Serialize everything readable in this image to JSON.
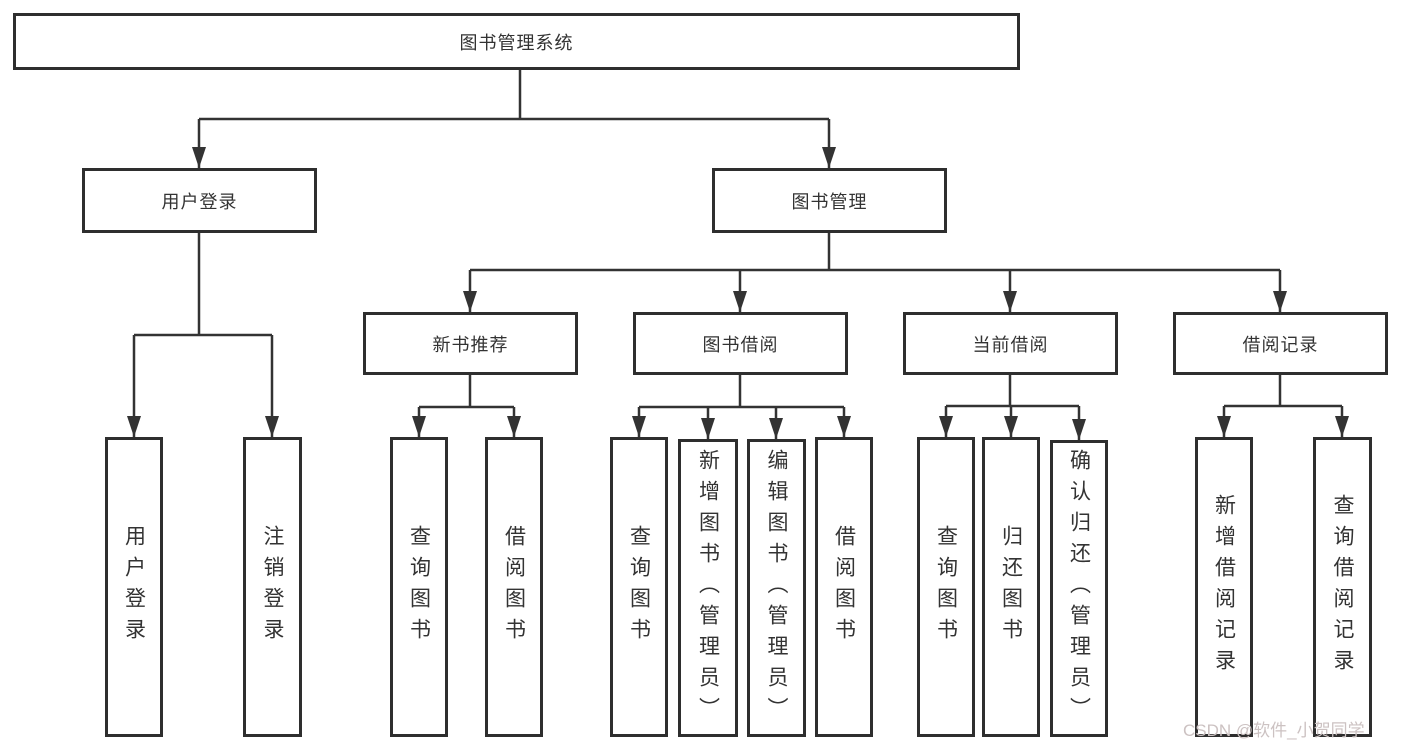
{
  "diagram": {
    "title_node": "图书管理系统",
    "tree": {
      "label": "图书管理系统",
      "children": [
        {
          "label": "用户登录",
          "children": [
            {
              "label": "用户登录"
            },
            {
              "label": "注销登录"
            }
          ]
        },
        {
          "label": "图书管理",
          "children": [
            {
              "label": "新书推荐",
              "children": [
                {
                  "label": "查询图书"
                },
                {
                  "label": "借阅图书"
                }
              ]
            },
            {
              "label": "图书借阅",
              "children": [
                {
                  "label": "查询图书"
                },
                {
                  "label": "新增图书（管理员）"
                },
                {
                  "label": "编辑图书（管理员）"
                },
                {
                  "label": "借阅图书"
                }
              ]
            },
            {
              "label": "当前借阅",
              "children": [
                {
                  "label": "查询图书"
                },
                {
                  "label": "归还图书"
                },
                {
                  "label": "确认归还（管理员）"
                }
              ]
            },
            {
              "label": "借阅记录",
              "children": [
                {
                  "label": "新增借阅记录"
                },
                {
                  "label": "查询借阅记录"
                }
              ]
            }
          ]
        }
      ]
    }
  },
  "watermark": {
    "text": "CSDN @软件_小贺同学"
  },
  "colors": {
    "line": "#333333",
    "box_border": "#2e2e2e",
    "text": "#333333",
    "background": "#ffffff",
    "watermark": "#ccc2c2"
  }
}
